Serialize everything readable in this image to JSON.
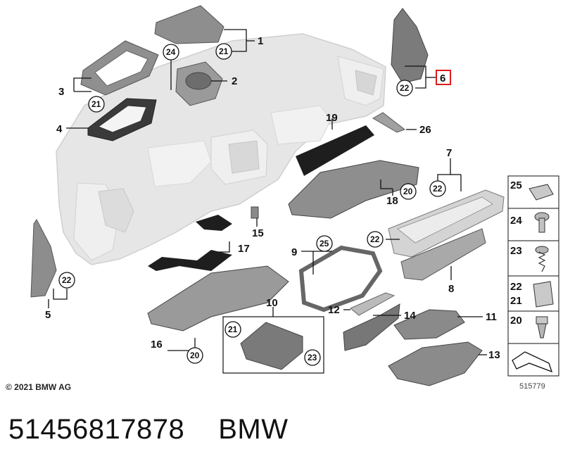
{
  "copyright": "© 2021 BMW AG",
  "figure_number": "515779",
  "part_number": "51456817878",
  "brand": "BMW",
  "highlight_color": "#e01b1b",
  "callouts": {
    "n1": "1",
    "n2": "2",
    "n3": "3",
    "n4": "4",
    "n5": "5",
    "n6": "6",
    "n7": "7",
    "n8": "8",
    "n9": "9",
    "n10": "10",
    "n11": "11",
    "n12": "12",
    "n13": "13",
    "n14": "14",
    "n15": "15",
    "n16": "16",
    "n17": "17",
    "n18": "18",
    "n19": "19",
    "n26": "26"
  },
  "circles": {
    "c20": "20",
    "c21": "21",
    "c22": "22",
    "c23": "23",
    "c24": "24",
    "c25": "25"
  },
  "legend": [
    "25",
    "24",
    "23",
    "22",
    "21",
    "20"
  ]
}
